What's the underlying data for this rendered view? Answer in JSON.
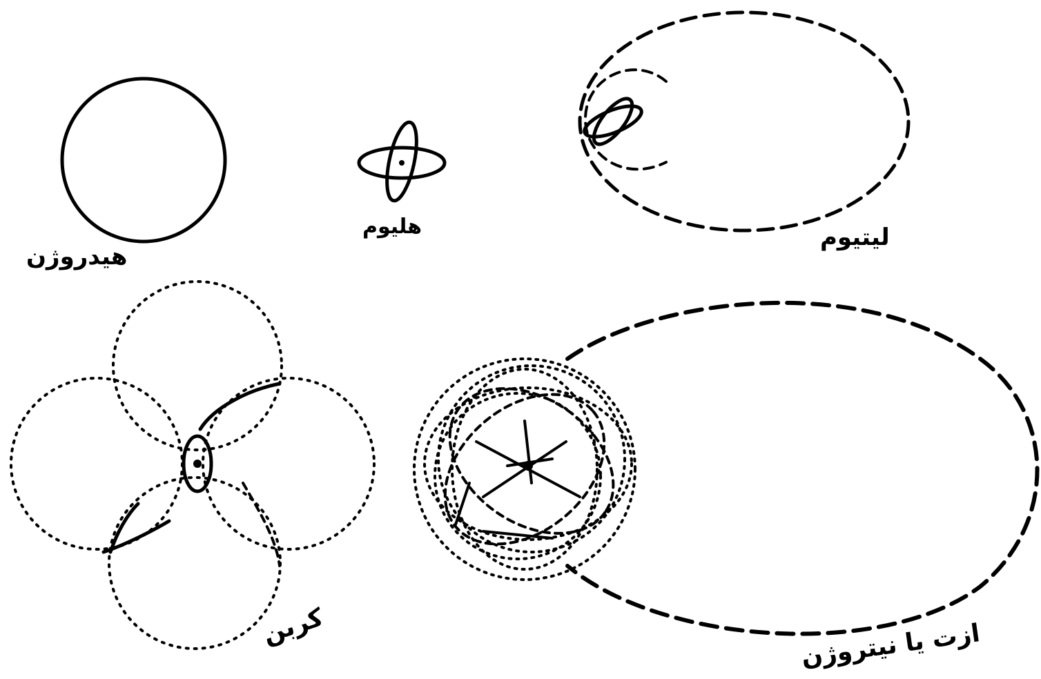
{
  "labels": {
    "hydrogen": "هیدروژن",
    "helium": "هلیوم",
    "lithium": "لیتیوم",
    "carbon": "کربن",
    "nitrogen": "ازت یا نیتروژن"
  },
  "colors": {
    "ink": "#000000",
    "paper": "#ffffff"
  }
}
